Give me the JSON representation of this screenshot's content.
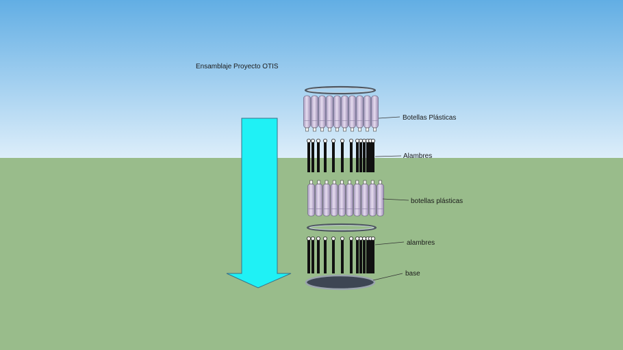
{
  "title": "Ensamblaje Proyecto OTIS",
  "labels": {
    "bottles_top": "Botellas Plásticas",
    "wires_top": "Alambres",
    "bottles_bottom": "botellas plásticas",
    "wires_bottom": "alambres",
    "base": "base"
  },
  "colors": {
    "sky_top": "#62aee4",
    "sky_bottom": "#ddeefa",
    "ground": "#99bc8b",
    "arrow_fill": "#1ff1f5",
    "bottle": "#c9bcd6",
    "wire": "#111111",
    "base_fill": "#3d4653"
  }
}
